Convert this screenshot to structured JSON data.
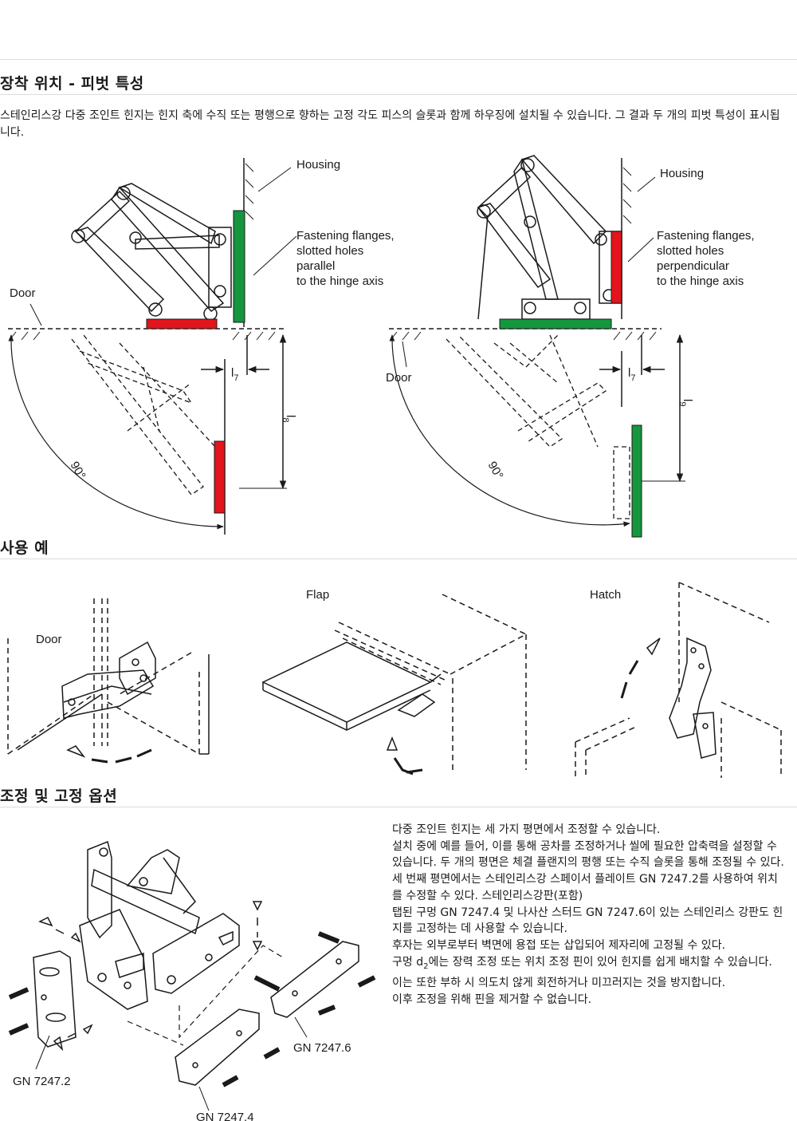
{
  "section1": {
    "title": "장착 위치 - 피벗 특성",
    "description": "스테인리스강 다중 조인트 힌지는 힌지 축에 수직 또는 평행으로 향하는 고정 각도 피스의 슬롯과 함께 하우징에 설치될 수 있습니다. 그 결과 두 개의 피벗 특성이 표시됩니다.",
    "left_diagram": {
      "housing": "Housing",
      "flange_lines": [
        "Fastening flanges,",
        "slotted holes",
        "parallel",
        "to the hinge axis"
      ],
      "door": "Door",
      "dim_l7": "l",
      "dim_l7_sub": "7",
      "dim_l8": "l",
      "dim_l8_sub": "8",
      "angle": "90°"
    },
    "right_diagram": {
      "housing": "Housing",
      "flange_lines": [
        "Fastening flanges,",
        "slotted holes",
        "perpendicular",
        "to the hinge axis"
      ],
      "door": "Door",
      "dim_l7": "l",
      "dim_l7_sub": "7",
      "dim_l9": "l",
      "dim_l9_sub": "9",
      "angle": "90°"
    }
  },
  "section2": {
    "title": "사용 예",
    "labels": {
      "door": "Door",
      "flap": "Flap",
      "hatch": "Hatch"
    }
  },
  "section3": {
    "title": "조정 및 고정 옵션",
    "labels": {
      "gn1": "GN 7247.2",
      "gn2": "GN 7247.4",
      "gn3": "GN 7247.6"
    },
    "paragraphs": [
      "다중 조인트 힌지는 세 가지 평면에서 조정할 수 있습니다.",
      "설치 중에 예를 들어, 이를 통해 공차를 조정하거나 씰에 필요한 압축력을 설정할 수 있습니다. 두 개의 평면은 체결 플랜지의 평행 또는 수직 슬롯을 통해 조정될 수 있다.",
      "세 번째 평면에서는 스테인리스강 스페이서 플레이트 GN 7247.2를 사용하여 위치를 수정할 수 있다. 스테인리스강판(포함)",
      "탭된 구멍 GN 7247.4 및 나사산 스터드 GN 7247.6이 있는 스테인리스 강판도 힌지를 고정하는 데 사용할 수 있습니다.",
      "후자는 외부로부터 벽면에 용접 또는 삽입되어 제자리에 고정될 수 있다."
    ],
    "para_d2_before": "구멍 d",
    "para_d2_sub": "2",
    "para_d2_after": "에는 장력 조정 또는 위치 조정 핀이 있어 힌지를 쉽게 배치할 수 있습니다.",
    "paragraphs_end": [
      "이는 또한 부하 시 의도치 않게 회전하거나 미끄러지는 것을 방지합니다.",
      "이후 조정을 위해 핀을 제거할 수 없습니다."
    ]
  },
  "colors": {
    "red": "#e3141c",
    "green": "#15963f",
    "rule": "#dcdcdc"
  }
}
